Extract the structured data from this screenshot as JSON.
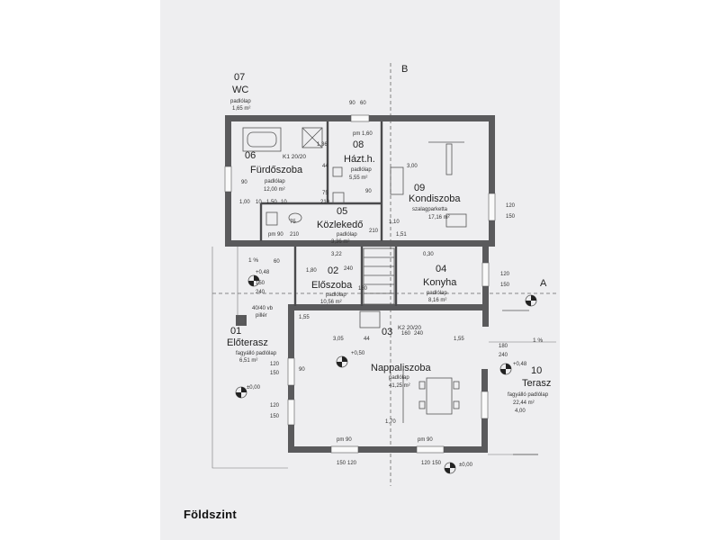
{
  "caption": "Földszint",
  "axis": {
    "b": "B",
    "a": "A"
  },
  "rooms": {
    "r07": {
      "num": "07",
      "name": "WC",
      "floor": "padlólap",
      "area": "1,65 m²"
    },
    "r06": {
      "num": "06",
      "name": "Fürdőszoba",
      "floor": "padlólap",
      "area": "12,00 m²"
    },
    "r08": {
      "num": "08",
      "name": "Házt.h.",
      "floor": "padlólap",
      "area": "5,55 m²"
    },
    "r09": {
      "num": "09",
      "name": "Kondiszoba",
      "floor": "szalagparketta",
      "area": "17,16 m²"
    },
    "r05": {
      "num": "05",
      "name": "Közlekedő",
      "floor": "padlólap",
      "area": "3,36 m²"
    },
    "r02": {
      "num": "02",
      "name": "Előszoba",
      "floor": "padlólap",
      "area": "10,56 m²"
    },
    "r04": {
      "num": "04",
      "name": "Konyha",
      "floor": "padlólap",
      "area": "8,16 m²"
    },
    "r01": {
      "num": "01",
      "name": "Előterasz",
      "floor": "fagyálló padlólap",
      "area": "6,51 m²"
    },
    "r03": {
      "num": "03",
      "name": "Nappaliszoba",
      "floor": "padlólap",
      "area": "41,25 m²"
    },
    "r10": {
      "num": "10",
      "name": "Terasz",
      "floor": "fagyálló padlólap",
      "area": "22,44 m²"
    }
  },
  "labels": {
    "k1": "K1 20/20",
    "k2": "K2 20/20",
    "pillar_1": "40/40 vb",
    "pillar_2": "pillér",
    "slope_1": "1 %",
    "slope_2": "1 %",
    "lvl_048_left": "+0,48",
    "lvl_048_right": "+0,48",
    "lvl_050": "+0,50",
    "lvl_000_left": "±0,00",
    "lvl_000_bottom": "±0,00",
    "pm160": "pm 1,60",
    "pm90_a": "pm 90",
    "pm90_b": "pm 90",
    "pm90_c": "pm 90",
    "d_90a": "90",
    "d_60a": "60",
    "d_136": "1,36",
    "d_44": "44",
    "d_75a": "75",
    "d_210a": "210",
    "d_3_00": "3,00",
    "d_120a": "120",
    "d_150a": "150",
    "d_90v": "90",
    "d_100": "1,00",
    "d_10": "10",
    "d_150b": "1,50",
    "d_10b": "10",
    "d_75b": "75",
    "d_210b": "210",
    "d_90c": "90",
    "d_1_10": "1,10",
    "d_210c": "210",
    "d_1_51": "1,51",
    "d_322": "3,22",
    "d_030": "0,30",
    "d_180a": "1,80",
    "d_240a": "240",
    "d_180b": "180",
    "d_150c": "150",
    "d_240b": "240",
    "d_60b": "60",
    "d_120b": "120",
    "d_150d": "150",
    "d_155a": "1,55",
    "d_160": "160",
    "d_240c": "240",
    "d_155b": "1,55",
    "d_305": "3,05",
    "d_44b": "44",
    "d_180c": "180",
    "d_240d": "240",
    "d_120c": "120",
    "d_150e": "150",
    "d_90d": "90",
    "d_120d": "120",
    "d_150f": "150",
    "d_170": "1,70",
    "d_400": "4,00",
    "d_150g": "150",
    "d_120e": "120",
    "d_120f": "120",
    "d_150h": "150"
  }
}
